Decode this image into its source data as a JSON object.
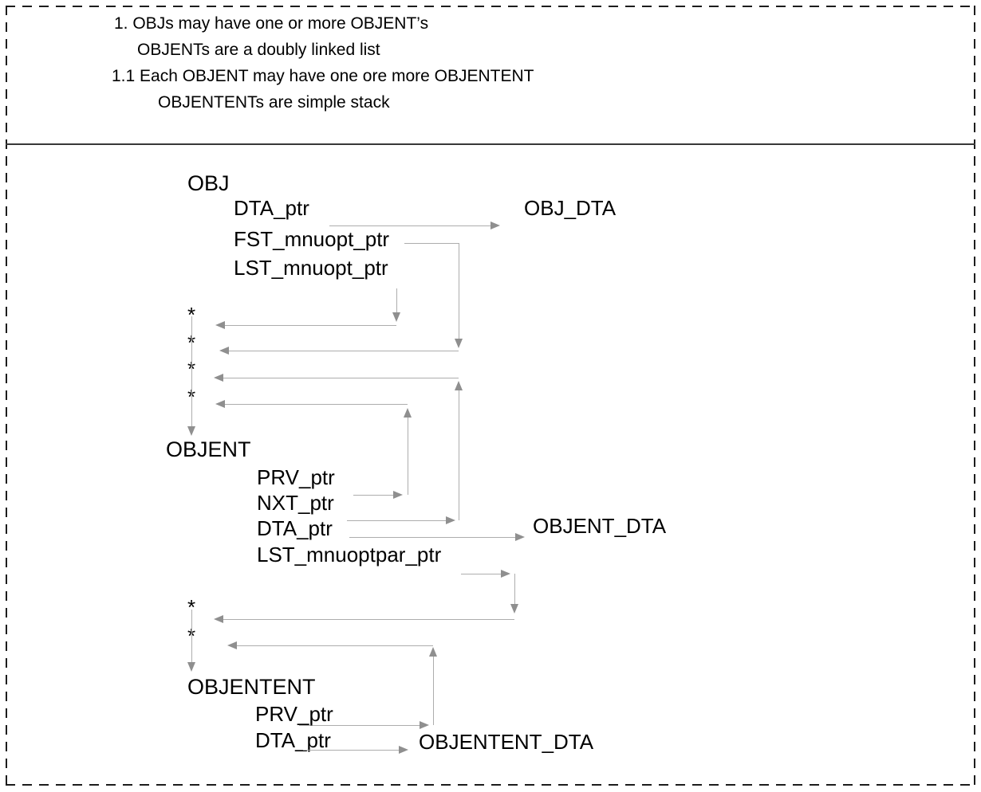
{
  "notes": {
    "line1": "1. OBJs may have one or more OBJENT’s",
    "line2": "OBJENTs are a doubly linked list",
    "line3": "1.1 Each OBJENT may have one ore more OBJENTENT",
    "line4": "OBJENTENTs are simple stack"
  },
  "diagram": {
    "marker": "*",
    "obj": {
      "title": "OBJ",
      "fields": [
        "DTA_ptr",
        "FST_mnuopt_ptr",
        "LST_mnuopt_ptr"
      ],
      "data_label": "OBJ_DTA"
    },
    "objent": {
      "title": "OBJENT",
      "fields": [
        "PRV_ptr",
        "NXT_ptr",
        "DTA_ptr",
        "LST_mnuoptpar_ptr"
      ],
      "data_label": "OBJENT_DTA"
    },
    "objentent": {
      "title": "OBJENTENT",
      "fields": [
        "PRV_ptr",
        "DTA_ptr"
      ],
      "data_label": "OBJENTENT_DTA"
    }
  },
  "colors": {
    "line": "#adadad",
    "arrowhead": "#8f8f8f",
    "text": "#000000",
    "border": "#1c1c1c",
    "separator": "#383838",
    "background": "#ffffff"
  }
}
